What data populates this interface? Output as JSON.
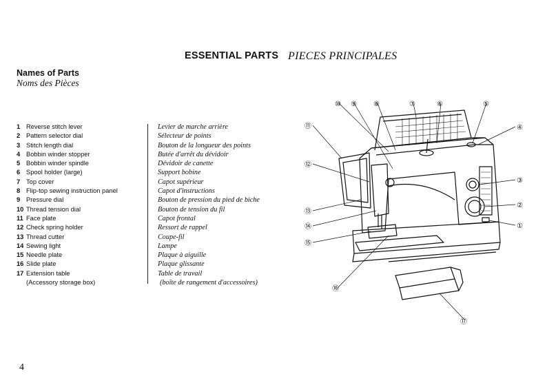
{
  "header": {
    "title_en": "ESSENTIAL PARTS",
    "title_fr": "PIECES PRINCIPALES"
  },
  "section": {
    "title_en": "Names of Parts",
    "title_fr": "Noms des Pièces"
  },
  "parts": [
    {
      "num": "1",
      "en": "Reverse stitch lever",
      "fr": "Levier de marche arrière"
    },
    {
      "num": "2",
      "en": "Pattern selector dial",
      "fr": "Sélecteur de points"
    },
    {
      "num": "3",
      "en": "Stitch length dial",
      "fr": "Bouton de la longueur des points"
    },
    {
      "num": "4",
      "en": "Bobbin winder stopper",
      "fr": "Butée d'arrêt du dévidoir"
    },
    {
      "num": "5",
      "en": "Bobbin winder spindle",
      "fr": "Dévidoir de canette"
    },
    {
      "num": "6",
      "en": "Spool holder (large)",
      "fr": "Support bobine"
    },
    {
      "num": "7",
      "en": "Top cover",
      "fr": "Capot supérieur"
    },
    {
      "num": "8",
      "en": "Flip-top sewing instruction panel",
      "fr": "Capot d'instructions"
    },
    {
      "num": "9",
      "en": "Pressure dial",
      "fr": "Bouton de pression du pied de biche"
    },
    {
      "num": "10",
      "en": "Thread tension dial",
      "fr": "Bouton de tension du fil"
    },
    {
      "num": "11",
      "en": "Face plate",
      "fr": "Capot frontal"
    },
    {
      "num": "12",
      "en": "Check spring holder",
      "fr": "Ressort de rappel"
    },
    {
      "num": "13",
      "en": "Thread cutter",
      "fr": "Coupe-fil"
    },
    {
      "num": "14",
      "en": "Sewing light",
      "fr": "Lampe"
    },
    {
      "num": "15",
      "en": "Needle plate",
      "fr": "Plaque à aiguille"
    },
    {
      "num": "16",
      "en": "Slide plate",
      "fr": "Plaque glissante"
    },
    {
      "num": "17",
      "en": "Extension table",
      "en_extra": "(Accessory storage box)",
      "fr": "Table de travail",
      "fr_extra": "(boîte de rangement d'accessoires)"
    }
  ],
  "callouts": [
    "⑩",
    "⑨",
    "⑧",
    "⑦",
    "⑥",
    "⑤",
    "④",
    "⑪",
    "⑫",
    "③",
    "②",
    "⑬",
    "①",
    "⑭",
    "⑮",
    "⑯",
    "⑰"
  ],
  "page_number": "4"
}
